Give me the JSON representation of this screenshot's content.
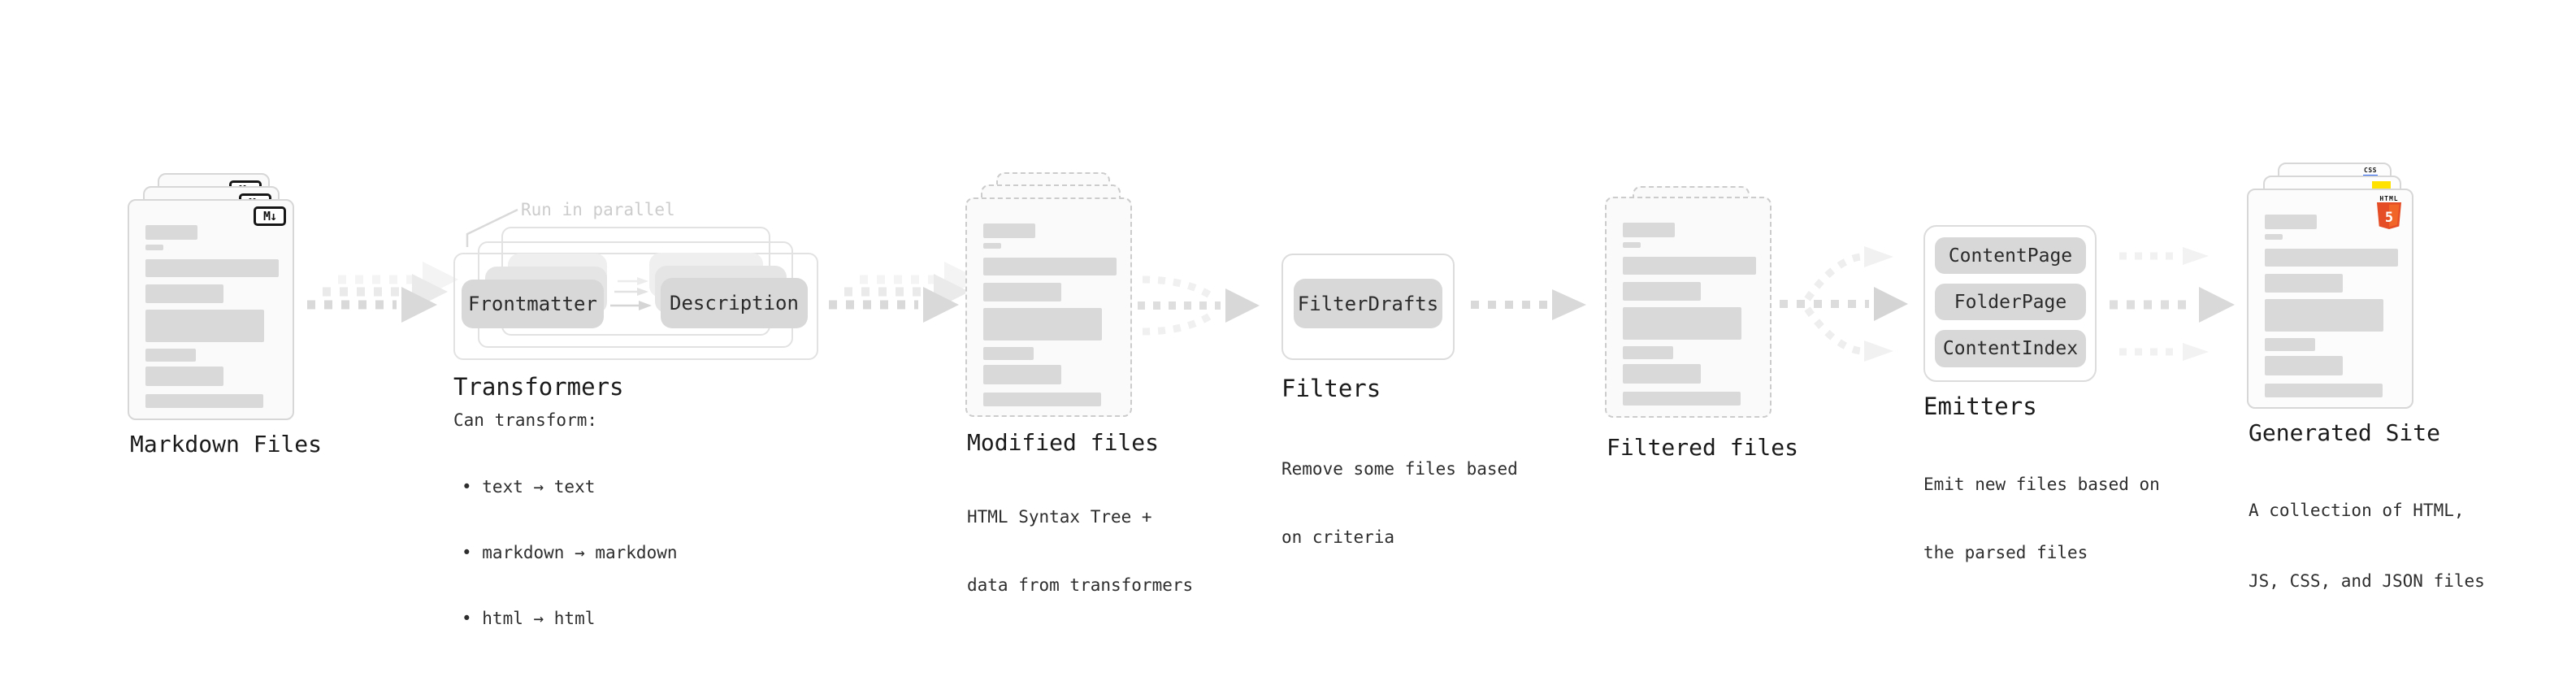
{
  "pipeline": {
    "markdown_files": {
      "label": "Markdown Files",
      "badge": "M↓"
    },
    "transformers": {
      "annotation": "Run in parallel",
      "chip_from": "Frontmatter",
      "chip_to": "Description",
      "label": "Transformers",
      "caption_title": "Can transform:",
      "bullets": [
        "• text → text",
        "• markdown → markdown",
        "• html → html"
      ]
    },
    "modified_files": {
      "label": "Modified files",
      "caption_line1": "HTML Syntax Tree +",
      "caption_line2": "data from transformers"
    },
    "filters": {
      "chip": "FilterDrafts",
      "label": "Filters",
      "caption_line1": "Remove some files based",
      "caption_line2": "on criteria"
    },
    "filtered_files": {
      "label": "Filtered files"
    },
    "emitters": {
      "chips": [
        "ContentPage",
        "FolderPage",
        "ContentIndex"
      ],
      "label": "Emitters",
      "caption_line1": "Emit new files based on",
      "caption_line2": "the parsed files"
    },
    "generated_site": {
      "label": "Generated Site",
      "caption_line1": "A collection of HTML,",
      "caption_line2": "JS, CSS, and JSON files",
      "badge_css": "CSS",
      "badge_html": "HTML",
      "badge_html5_number": "5"
    },
    "colors": {
      "html5_orange_dark": "#e44d26",
      "html5_orange_light": "#f16529",
      "js_yellow": "#ffe200",
      "css_blue": "#2965f1",
      "arrow_gray": "#d9d9d9"
    }
  }
}
